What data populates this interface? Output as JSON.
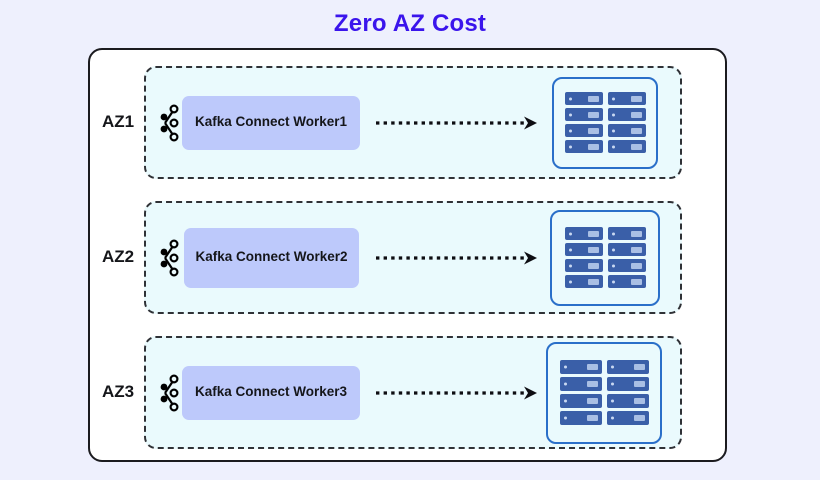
{
  "title": "Zero AZ Cost",
  "colors": {
    "page_background": "#eef0fd",
    "title": "#3a14ec",
    "outer_border": "#1b1b1f",
    "zone_fill": "#eafafd",
    "zone_border": "#2f3136",
    "worker_fill": "#bdc9fb",
    "server_border": "#2a6fc9",
    "server_unit": "#3a5fa8",
    "arrow": "#0d0d12"
  },
  "zones": [
    {
      "label": "AZ1",
      "kafka_icon": "kafka-logo-icon",
      "worker": "Kafka Connect Worker1",
      "worker_lines": 1,
      "arrow_icon": "dotted-arrow-right-icon",
      "storage_icon": "server-rack-icon",
      "server_units": 8
    },
    {
      "label": "AZ2",
      "kafka_icon": "kafka-logo-icon",
      "worker": "Kafka Connect Worker2",
      "worker_lines": 2,
      "arrow_icon": "dotted-arrow-right-icon",
      "storage_icon": "server-rack-icon",
      "server_units": 8
    },
    {
      "label": "AZ3",
      "kafka_icon": "kafka-logo-icon",
      "worker": "Kafka Connect Worker3",
      "worker_lines": 1,
      "arrow_icon": "dotted-arrow-right-icon",
      "storage_icon": "server-rack-icon",
      "server_units": 8
    }
  ]
}
